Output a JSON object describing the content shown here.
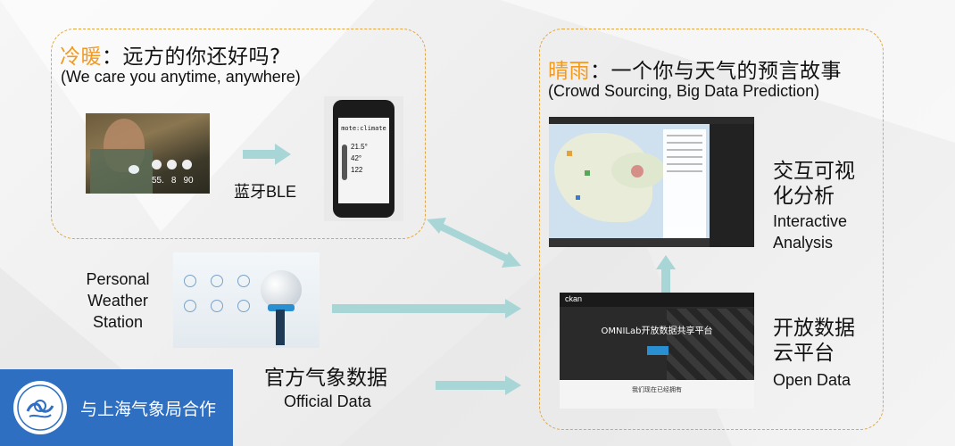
{
  "left_box": {
    "title_highlight": "冷暖",
    "title_rest": "：远方的你还好吗?",
    "subtitle": "(We care you anytime, anywhere)",
    "photo_readings": [
      "55.",
      "8",
      "90"
    ],
    "ble_label": "蓝牙BLE",
    "phone_app_title": "mote:climate",
    "phone_readings": [
      "21.5°",
      "42°",
      "122"
    ]
  },
  "right_box": {
    "title_highlight": "晴雨",
    "title_rest": "：一个你与天气的预言故事",
    "subtitle": "(Crowd Sourcing, Big Data Prediction)",
    "analysis_cn_line1": "交互可视",
    "analysis_cn_line2": "化分析",
    "analysis_en_line1": "Interactive",
    "analysis_en_line2": "Analysis",
    "open_cn_line1": "开放数据",
    "open_cn_line2": "云平台",
    "open_en": "Open Data",
    "ckan_logo": "ckan",
    "ckan_banner": "OMNILab开放数据共享平台",
    "ckan_footer": "我们现在已经拥有"
  },
  "station": {
    "label_line1": "Personal",
    "label_line2": "Weather",
    "label_line3": "Station"
  },
  "official": {
    "cn": "官方气象数据",
    "en": "Official Data"
  },
  "partner": {
    "text": "与上海气象局合作",
    "badge_color": "#2f6fc2"
  },
  "colors": {
    "accent_orange": "#f39a1e",
    "dashed_border": "#e0a640",
    "arrow_teal": "#a8d5d5"
  }
}
